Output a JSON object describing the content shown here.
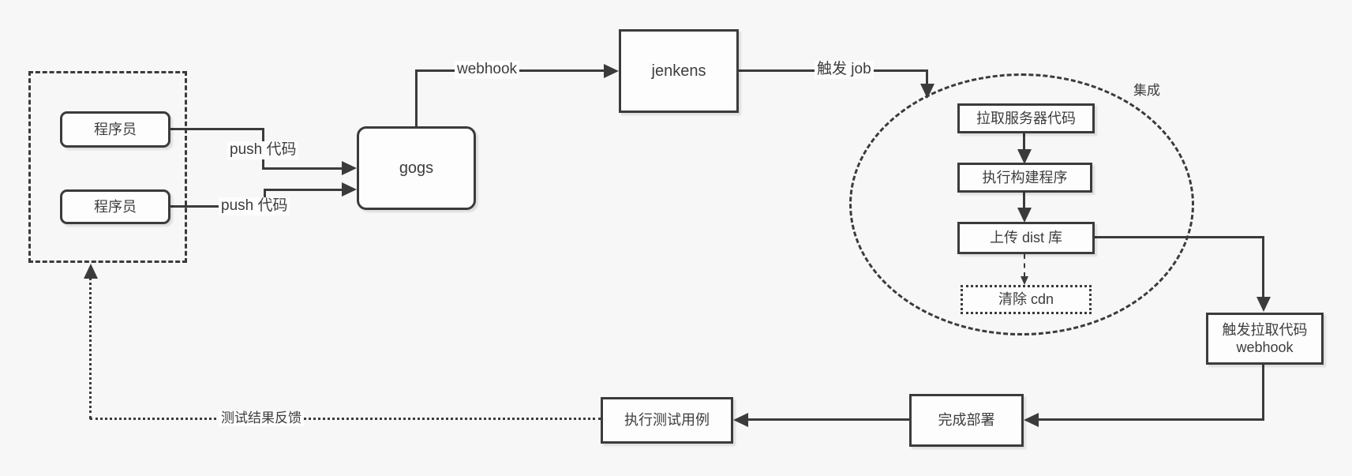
{
  "diagram": {
    "colors": {
      "background": "#f7f7f7",
      "stroke": "#3b3b3b",
      "box_fill": "#fdfdfd",
      "text": "#3d3d3d"
    },
    "nodes": {
      "programmer1": {
        "label": "程序员"
      },
      "programmer2": {
        "label": "程序员"
      },
      "gogs": {
        "label": "gogs"
      },
      "jenkins": {
        "label": "jenkens"
      },
      "pull_server_code": {
        "label": "拉取服务器代码"
      },
      "run_build": {
        "label": "执行构建程序"
      },
      "upload_dist": {
        "label": "上传 dist 库"
      },
      "clear_cdn": {
        "label": "清除 cdn"
      },
      "trigger_pull_webhook": {
        "line1": "触发拉取代码",
        "line2": "webhook"
      },
      "deploy_done": {
        "label": "完成部署"
      },
      "run_tests": {
        "label": "执行测试用例"
      }
    },
    "edge_labels": {
      "push_code_1": "push 代码",
      "push_code_2": "push 代码",
      "webhook": "webhook",
      "trigger_job": "触发 job",
      "integration": "集成",
      "test_feedback": "测试结果反馈"
    }
  }
}
